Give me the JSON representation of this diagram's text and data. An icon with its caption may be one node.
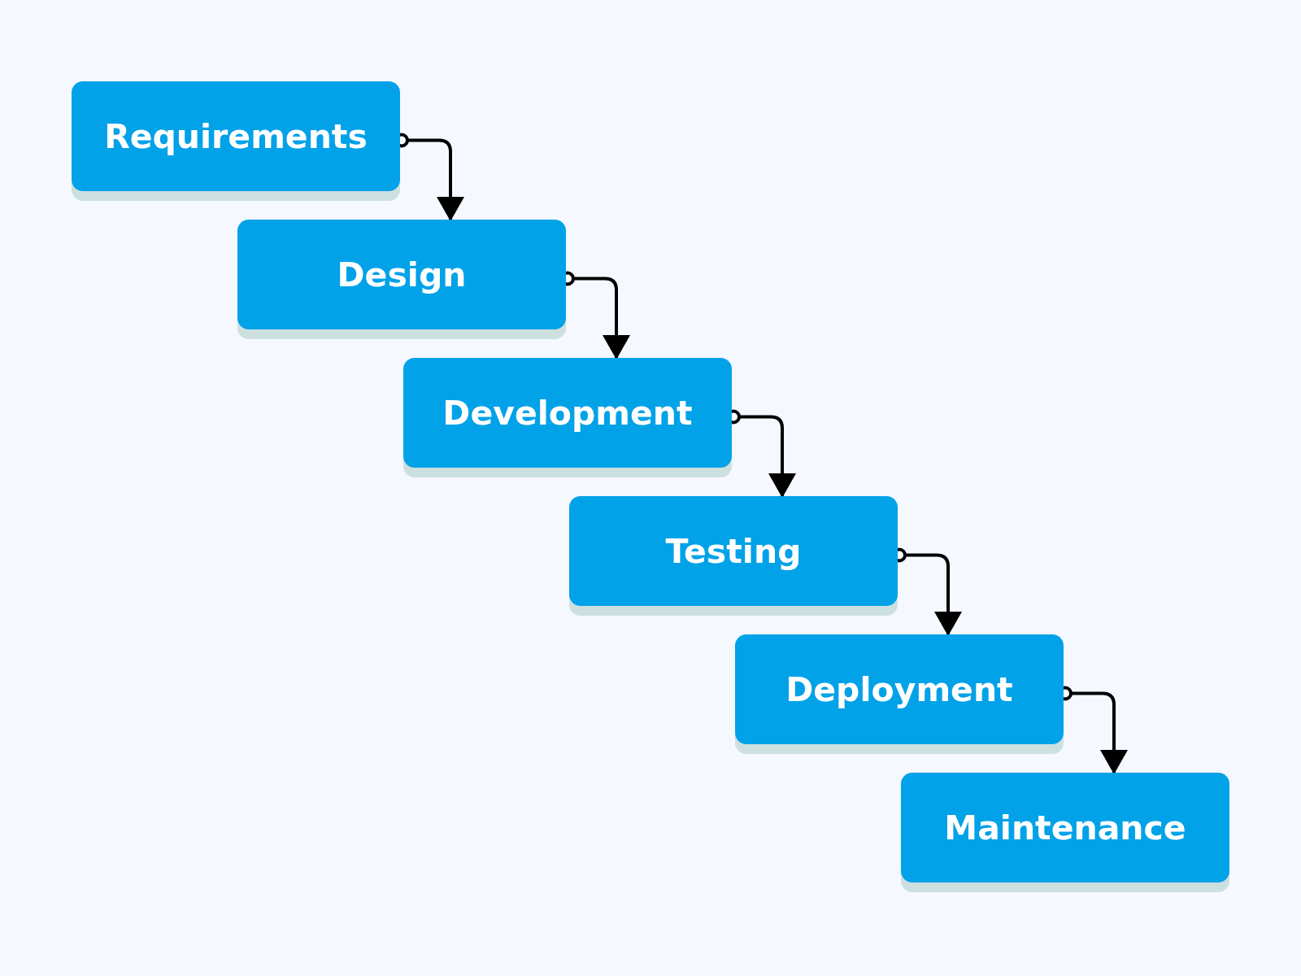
{
  "diagram": {
    "nodes": [
      {
        "text": [
          "Requirements"
        ]
      },
      {
        "text": [
          "Design"
        ]
      },
      {
        "text": [
          "Development"
        ]
      },
      {
        "text": [
          "Testing"
        ]
      },
      {
        "text": [
          "Deployment"
        ]
      },
      {
        "text": [
          "Maintenance"
        ]
      }
    ],
    "edges": [
      {
        "from": 0,
        "to": 1,
        "arrow": "to"
      },
      {
        "from": 1,
        "to": 2,
        "arrow": "to"
      },
      {
        "from": 2,
        "to": 3,
        "arrow": "to"
      },
      {
        "from": 3,
        "to": 4,
        "arrow": "to"
      },
      {
        "from": 4,
        "to": 5,
        "arrow": "to"
      }
    ]
  }
}
